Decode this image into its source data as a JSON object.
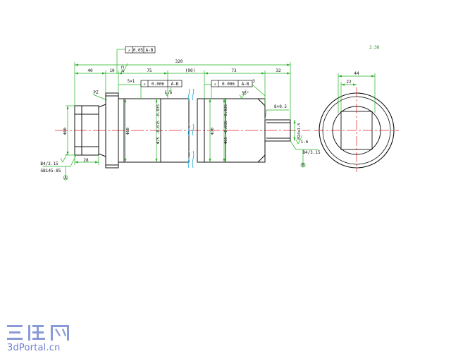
{
  "sheet_label": "2:38",
  "colors": {
    "outline": "#111111",
    "dimension": "#22b022",
    "centerline": "#e02020",
    "break_mark": "#2ab0d8",
    "tolerance": "#111111",
    "watermark": "#6d7fd0"
  },
  "front_view": {
    "overall_length": "320",
    "segment_lengths": [
      "40",
      "10",
      "75",
      "(90)",
      "73",
      "32"
    ],
    "chamfers": [
      "5×1",
      "3",
      "8×0.5"
    ],
    "tolerance_frames": [
      {
        "symbol": "↗",
        "value": "0.05",
        "datum": "A-B"
      },
      {
        "symbol": "↗",
        "value": "0.006",
        "datum": "A-B"
      },
      {
        "symbol": "↗",
        "value": "0.006",
        "datum": "A-B"
      }
    ],
    "diameters": [
      "Φ60",
      "Φ60",
      "Φ75 -0.015 -0.035",
      "Φ70",
      "Φ65 -0.015 -0.035",
      "M24×1.5"
    ],
    "labels": {
      "left_roughness": "3.2",
      "slot_roughness": "1.6",
      "thread_roughness": "1.6",
      "step_angle": "35°",
      "thread_ref": "PZ",
      "bore_depth": "28",
      "left_note_1": "B4/3.15",
      "left_note_2": "GB145-85",
      "right_note": "B4/3.15",
      "datum_left": "A",
      "datum_right": "B"
    }
  },
  "side_view": {
    "width_dim": "44",
    "key_dim": "22"
  },
  "watermark": {
    "logo_text": "三维网",
    "url": "3dPortal.cn"
  }
}
